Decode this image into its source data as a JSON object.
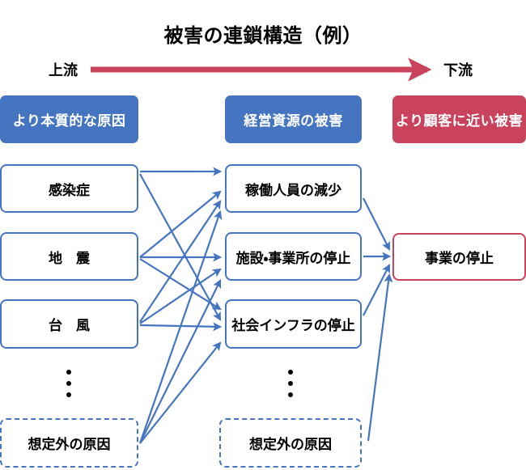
{
  "title": "被害の連鎖構造（例）",
  "flow": {
    "left_label": "上流",
    "right_label": "下流",
    "arrow_color": "#c9435c"
  },
  "headers": [
    {
      "label": "より本質的な原因",
      "color": "#4575c0",
      "style": "blue"
    },
    {
      "label": "経営資源の被害",
      "color": "#4575c0",
      "style": "blue"
    },
    {
      "label": "より顧客に近い被害",
      "color": "#c9435c",
      "style": "red"
    }
  ],
  "columns": {
    "causes": {
      "nodes": [
        {
          "label": "感染症",
          "border": "solid-blue"
        },
        {
          "label": "地　震",
          "border": "solid-blue"
        },
        {
          "label": "台　風",
          "border": "solid-blue"
        },
        {
          "label": "想定外の原因",
          "border": "dashed-blue"
        }
      ],
      "ellipsis": "⋮"
    },
    "resources": {
      "nodes": [
        {
          "label": "稼働人員の減少",
          "border": "solid-blue"
        },
        {
          "label": "施設・事業所の停止",
          "border": "solid-blue"
        },
        {
          "label": "社会インフラの停止",
          "border": "solid-blue"
        },
        {
          "label": "想定外の原因",
          "border": "dashed-blue"
        }
      ],
      "ellipsis": "⋮"
    },
    "outcome": {
      "nodes": [
        {
          "label": "事業の停止",
          "border": "solid-red"
        }
      ]
    }
  },
  "connector_color": "#4575c0",
  "links": [
    {
      "from": "感染症",
      "to": "稼働人員の減少"
    },
    {
      "from": "感染症",
      "to": "社会インフラの停止"
    },
    {
      "from": "地　震",
      "to": "稼働人員の減少"
    },
    {
      "from": "地　震",
      "to": "施設・事業所の停止"
    },
    {
      "from": "地　震",
      "to": "社会インフラの停止"
    },
    {
      "from": "台　風",
      "to": "稼働人員の減少"
    },
    {
      "from": "台　風",
      "to": "施設・事業所の停止"
    },
    {
      "from": "台　風",
      "to": "社会インフラの停止"
    },
    {
      "from": "想定外の原因",
      "to": "稼働人員の減少"
    },
    {
      "from": "想定外の原因",
      "to": "施設・事業所の停止"
    },
    {
      "from": "想定外の原因",
      "to": "社会インフラの停止"
    },
    {
      "from": "稼働人員の減少",
      "to": "事業の停止"
    },
    {
      "from": "施設・事業所の停止",
      "to": "事業の停止"
    },
    {
      "from": "社会インフラの停止",
      "to": "事業の停止"
    },
    {
      "from": "想定外の原因",
      "to": "事業の停止"
    }
  ]
}
